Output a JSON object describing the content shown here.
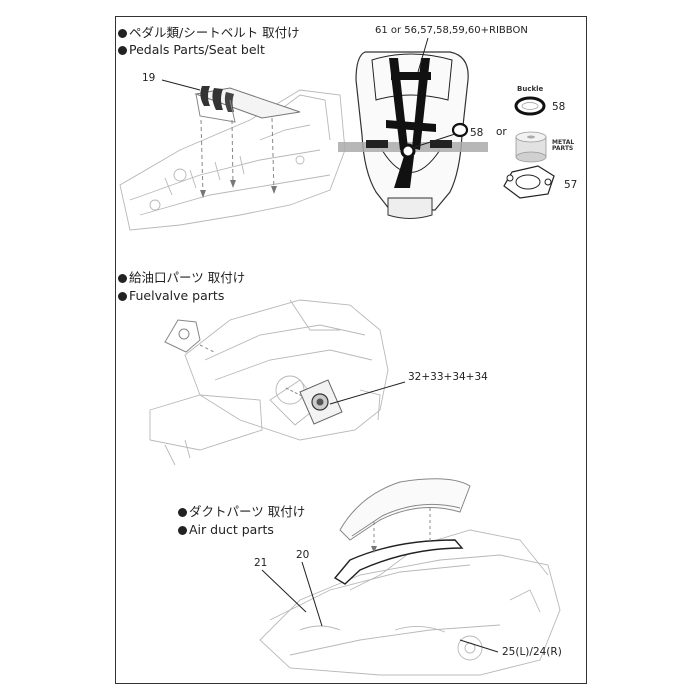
{
  "sections": [
    {
      "title_jp": "ペダル類/シートベルト 取付け",
      "title_en": "Pedals Parts/Seat belt"
    },
    {
      "title_jp": "給油口パーツ 取付け",
      "title_en": "Fuelvalve  parts"
    },
    {
      "title_jp": "ダクトパーツ 取付け",
      "title_en": "Air duct  parts"
    }
  ],
  "callouts": {
    "pedals": "19",
    "belt_parts": "61 or 56,57,58,59,60+RIBBON",
    "belt_buckle_ref": "58",
    "buckle_label": "Buckle",
    "buckle_num": "58",
    "or_text": "or",
    "metal_label": "METAL PARTS",
    "photo_etch_num": "57",
    "fuel": "32+33+34+34",
    "duct_a": "21",
    "duct_b": "20",
    "duct_c": "25(L)/24(R)"
  }
}
